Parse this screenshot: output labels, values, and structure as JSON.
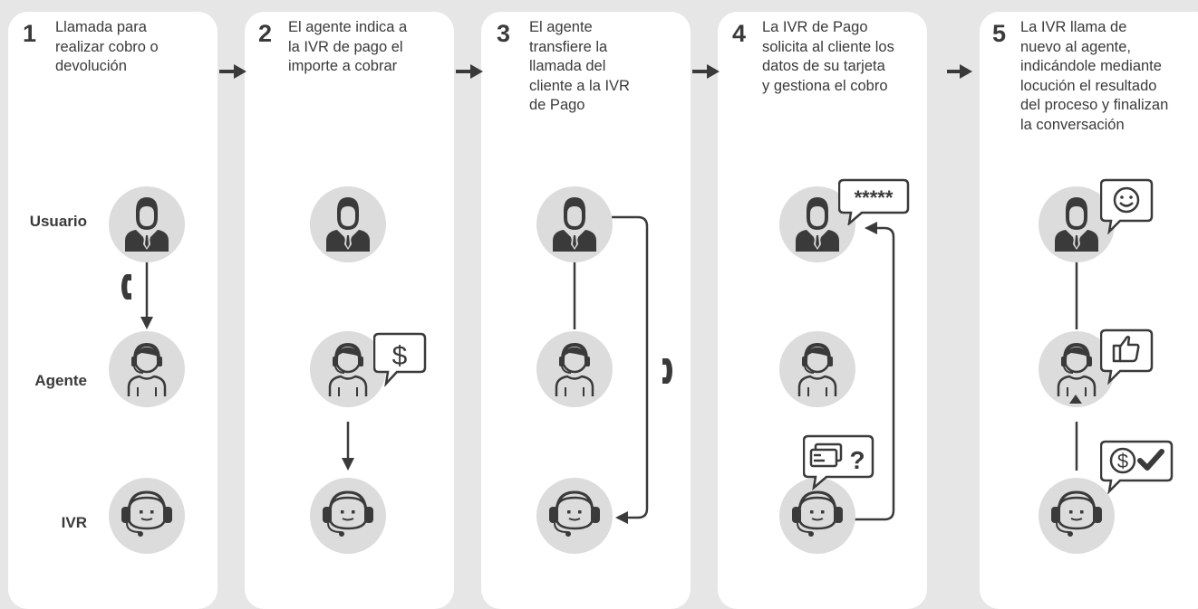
{
  "colors": {
    "background": "#e6e6e6",
    "panel": "#ffffff",
    "circle": "#dcdcdc",
    "ink": "#3a3a3a"
  },
  "row_labels": {
    "user": "Usuario",
    "agent": "Agente",
    "ivr": "IVR"
  },
  "steps": [
    {
      "number": "1",
      "text": "Llamada para\nrealizar cobro o\ndevolución"
    },
    {
      "number": "2",
      "text": "El agente indica a\nla IVR de pago el\nimporte a cobrar"
    },
    {
      "number": "3",
      "text": "El agente\ntransfiere la\nllamada del\ncliente a la IVR\nde Pago"
    },
    {
      "number": "4",
      "text": "La IVR de Pago\nsolicita al cliente los\ndatos de su tarjeta\ny gestiona el cobro"
    },
    {
      "number": "5",
      "text": "La IVR llama de\nnuevo al agente,\nindicándole mediante\nlocución el resultado\ndel proceso y finalizan\nla conversación"
    }
  ],
  "bubbles": {
    "dollar": "$",
    "password": "*****",
    "question": "?"
  },
  "icons": [
    "user-icon",
    "agent-headset-icon",
    "ivr-robot-icon",
    "phone-icon",
    "arrow-right-icon",
    "speech-bubble-icon",
    "credit-card-icon",
    "smiley-icon",
    "thumbs-up-icon",
    "dollar-check-icon"
  ]
}
